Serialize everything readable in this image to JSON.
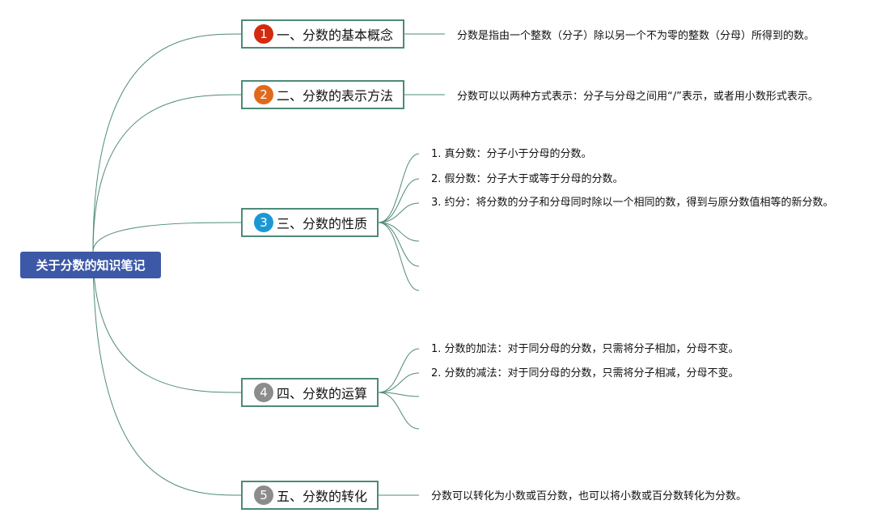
{
  "root": {
    "label": "关于分数的知识笔记"
  },
  "colors": {
    "line": "#4e8a78",
    "root": "#3d58a6"
  },
  "topics": [
    {
      "num": "1",
      "label": "一、分数的基本概念",
      "badge_color": "#d42a12",
      "items": [
        "分数是指由一个整数（分子）除以另一个不为零的整数（分母）所得到的数。"
      ]
    },
    {
      "num": "2",
      "label": "二、分数的表示方法",
      "badge_color": "#e06a1c",
      "items": [
        "分数可以以两种方式表示：分子与分母之间用“/”表示，或者用小数形式表示。"
      ]
    },
    {
      "num": "3",
      "label": "三、分数的性质",
      "badge_color": "#1c97d6",
      "items": [
        "1. 真分数：分子小于分母的分数。",
        "2. 假分数：分子大于或等于分母的分数。",
        "3. 约分：将分数的分子和分母同时除以一个相同的数，得到与原分数值相等的新分数。"
      ]
    },
    {
      "num": "4",
      "label": "四、分数的运算",
      "badge_color": "#8c8c8c",
      "items": [
        "1. 分数的加法：对于同分母的分数，只需将分子相加，分母不变。",
        "2. 分数的减法：对于同分母的分数，只需将分子相减，分母不变。"
      ]
    },
    {
      "num": "5",
      "label": "五、分数的转化",
      "badge_color": "#8c8c8c",
      "items": [
        "分数可以转化为小数或百分数，也可以将小数或百分数转化为分数。"
      ]
    }
  ]
}
